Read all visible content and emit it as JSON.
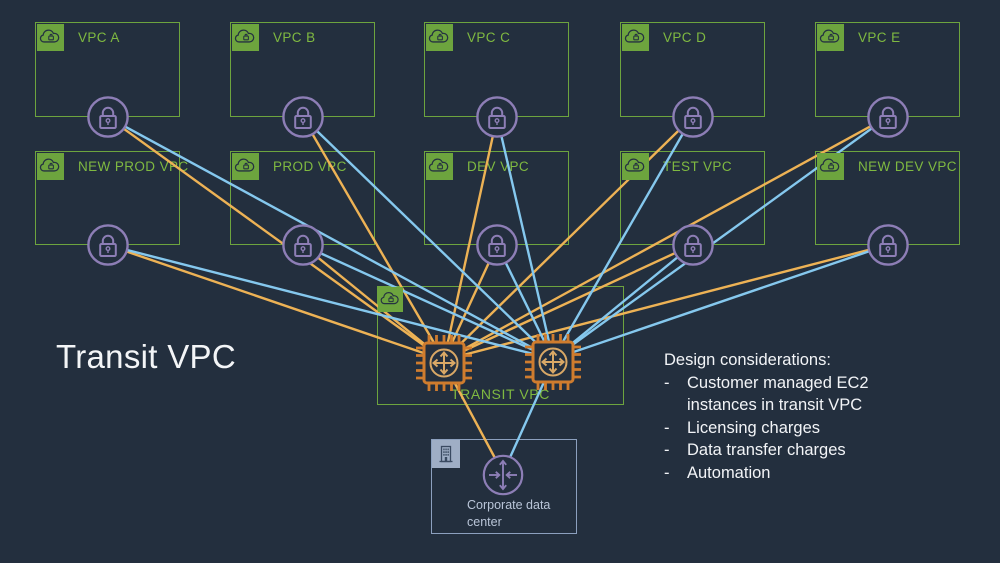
{
  "slide": {
    "title": "Transit VPC",
    "background": "#232F3E"
  },
  "vpcs": [
    {
      "label": "VPC A"
    },
    {
      "label": "VPC B"
    },
    {
      "label": "VPC C"
    },
    {
      "label": "VPC D"
    },
    {
      "label": "VPC E"
    },
    {
      "label": "NEW PROD VPC"
    },
    {
      "label": "PROD VPC"
    },
    {
      "label": "DEV VPC"
    },
    {
      "label": "TEST VPC"
    },
    {
      "label": "NEW DEV VPC"
    }
  ],
  "transit_vpc": {
    "label": "TRANSIT VPC"
  },
  "corporate": {
    "label": "Corporate data center"
  },
  "design_considerations": {
    "heading": "Design considerations:",
    "bullet_marker": "-",
    "bullets": [
      "Customer managed EC2 instances in transit VPC",
      "Licensing charges",
      "Data transfer charges",
      "Automation"
    ]
  },
  "icons": {
    "vpc_badge": "cloud-with-lock-icon",
    "lock": "padlock-in-circle-icon",
    "transit_instance": "ec2-router-chip-icon",
    "corporate_router": "gateway-router-icon",
    "building": "office-building-icon"
  },
  "colors": {
    "background": "#232F3E",
    "vpc_green": "#6DA43E",
    "vpc_label_green": "#7FB941",
    "lock_purple": "#8D7EB6",
    "chip_orange": "#CF7C2E",
    "chip_glyph_tan": "#D9A866",
    "line_orange": "#EDB255",
    "line_blue": "#85C8EE",
    "corporate_steel": "#8CA0BE",
    "corporate_text": "#B9C5D8",
    "text_white": "#F2F4F7"
  }
}
